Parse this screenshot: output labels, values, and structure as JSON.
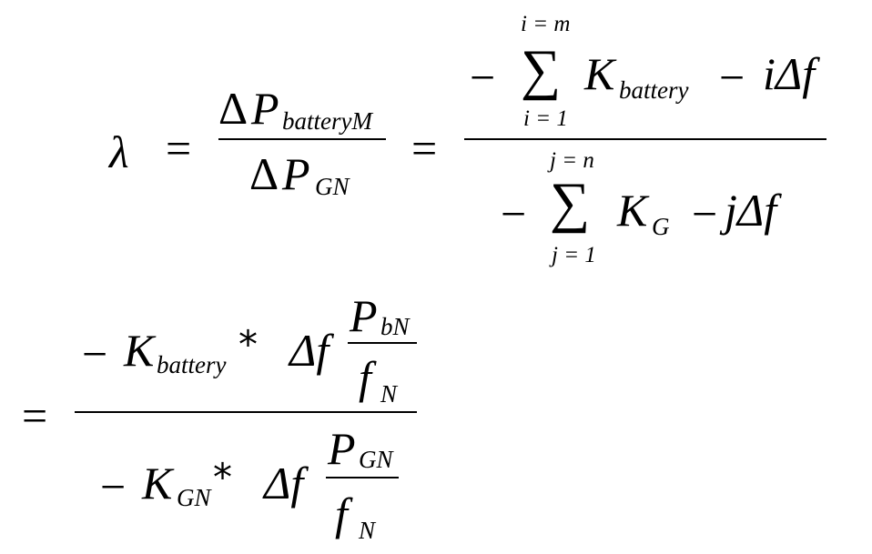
{
  "equation": {
    "lambda": "λ",
    "eq": "=",
    "delta": "Δ",
    "P": "P",
    "sub_batteryM": "batteryM",
    "sub_GN": "GN",
    "minus": "−",
    "sum": "∑",
    "K": "K",
    "sub_battery": "battery",
    "sub_G": "G",
    "i_delta_f": "iΔf",
    "j_delta_f": "jΔf",
    "upper_i": "i = m",
    "lower_i": "i = 1",
    "upper_j": "j = n",
    "lower_j": "j = 1",
    "star": "*",
    "delta_f": "Δf",
    "sub_bN": "bN",
    "f": "f",
    "sub_N": "N"
  }
}
